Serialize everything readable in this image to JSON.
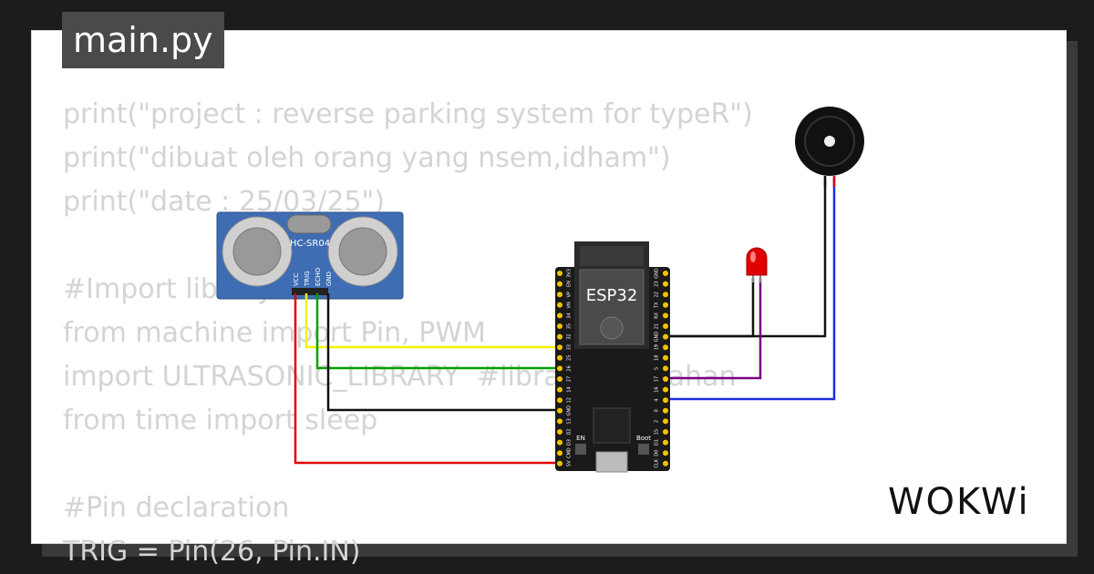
{
  "tab": {
    "label": "main.py"
  },
  "code_lines": [
    "print(\"project : reverse parking system for typeR\")",
    "print(\"dibuat oleh orang yang nsem,idham\")",
    "print(\"date : 25/03/25\")",
    "",
    "#Import library",
    "from machine import Pin, PWM",
    "import ULTRASONIC_LIBRARY  #library tambahan",
    "from time import sleep",
    "",
    "#Pin declaration",
    "TRIG = Pin(26, Pin.IN)"
  ],
  "sensor": {
    "name": "HC-SR04",
    "pins": [
      "VCC",
      "TRIG",
      "ECHO",
      "GND"
    ]
  },
  "board": {
    "name": "ESP32",
    "left_pins": [
      "3V3",
      "EN",
      "VP",
      "VN",
      "34",
      "35",
      "32",
      "33",
      "25",
      "26",
      "27",
      "14",
      "12",
      "GND",
      "13",
      "D2",
      "D3",
      "CMD",
      "5V"
    ],
    "right_pins": [
      "GND",
      "23",
      "22",
      "TX",
      "RX",
      "21",
      "GND",
      "19",
      "18",
      "5",
      "17",
      "16",
      "4",
      "0",
      "2",
      "15",
      "D1",
      "D0",
      "CLK"
    ],
    "button_en": "EN",
    "button_boot": "Boot"
  },
  "logo": {
    "text": "WOKWi"
  },
  "colors": {
    "wire_red": "#e00000",
    "wire_yellow": "#f2f200",
    "wire_green": "#00a000",
    "wire_black": "#111111",
    "wire_purple": "#7a0080",
    "wire_blue": "#1a2ee0",
    "led": "#e00000"
  }
}
